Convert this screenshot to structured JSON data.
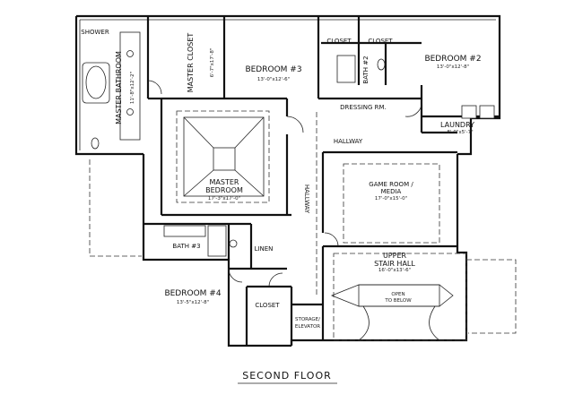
{
  "title": "SECOND FLOOR",
  "rooms": {
    "shower": {
      "name": "SHOWER"
    },
    "master_bathroom": {
      "name": "MASTER BATHROOM",
      "dims": "11'-8\"x12'-2\""
    },
    "master_closet": {
      "name": "MASTER CLOSET",
      "dims": "6'-7\"x17'-8\""
    },
    "bedroom3": {
      "name": "BEDROOM #3",
      "dims": "13'-0\"x12'-6\""
    },
    "closet_a": {
      "name": "CLOSET"
    },
    "closet_b": {
      "name": "CLOSET"
    },
    "bath2": {
      "name": "BATH #2"
    },
    "dressing": {
      "name": "DRESSING RM."
    },
    "bedroom2": {
      "name": "BEDROOM #2",
      "dims": "13'-0\"x12'-8\""
    },
    "laundry": {
      "name": "LAUNDRY",
      "dims": "8'-0\"x5'-7\""
    },
    "hallway_upper": {
      "name": "HALLWAY"
    },
    "master_bedroom": {
      "name": "MASTER BEDROOM",
      "dims": "17'-3\"x17'-0\""
    },
    "hallway_vertical": {
      "name": "HALLWAY"
    },
    "game_room": {
      "name_line1": "GAME ROOM /",
      "name_line2": "MEDIA",
      "dims": "17'-0\"x15'-0\""
    },
    "bath3": {
      "name": "BATH #3"
    },
    "linen": {
      "name": "LINEN"
    },
    "upper_stair_hall": {
      "name_line1": "UPPER",
      "name_line2": "STAIR HALL",
      "dims": "16'-0\"x13'-6\""
    },
    "open_to_below": {
      "name_line1": "OPEN",
      "name_line2": "TO BELOW"
    },
    "bedroom4": {
      "name": "BEDROOM #4",
      "dims": "13'-5\"x12'-8\""
    },
    "closet_c": {
      "name": "CLOSET"
    },
    "storage": {
      "name_line1": "STORAGE/",
      "name_line2": "ELEVATOR"
    }
  }
}
